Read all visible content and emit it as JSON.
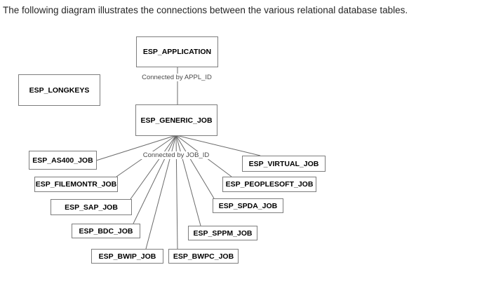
{
  "title": "The following diagram illustrates the connections between the various relational database tables.",
  "diagram": {
    "nodes": {
      "application": {
        "label": "ESP_APPLICATION"
      },
      "longkeys": {
        "label": "ESP_LONGKEYS"
      },
      "generic_job": {
        "label": "ESP_GENERIC_JOB"
      },
      "as400": {
        "label": "ESP_AS400_JOB"
      },
      "filemontr": {
        "label": "ESP_FILEMONTR_JOB"
      },
      "sap": {
        "label": "ESP_SAP_JOB"
      },
      "bdc": {
        "label": "ESP_BDC_JOB"
      },
      "bwip": {
        "label": "ESP_BWIP_JOB"
      },
      "bwpc": {
        "label": "ESP_BWPC_JOB"
      },
      "sppm": {
        "label": "ESP_SPPM_JOB"
      },
      "spda": {
        "label": "ESP_SPDA_JOB"
      },
      "peoplesoft": {
        "label": "ESP_PEOPLESOFT_JOB"
      },
      "virtual": {
        "label": "ESP_VIRTUAL_JOB"
      }
    },
    "edge_labels": {
      "appl_id": "Connected by APPL_ID",
      "job_id": "Connected by JOB_ID"
    },
    "colors": {
      "box_border": "#7d7d7d",
      "connector_line": "#6b6b6b",
      "box_text": "#000000",
      "edge_label_text": "#4a4a4a",
      "background": "#ffffff"
    }
  }
}
